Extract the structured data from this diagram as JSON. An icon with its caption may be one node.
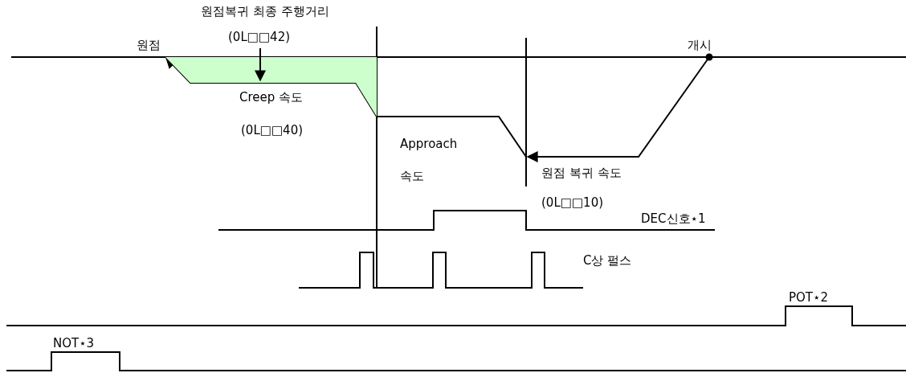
{
  "diagram": {
    "nodes": [
      {
        "text": [
          "원점복귀 최종 주행거리",
          "(0L□□42)"
        ]
      },
      {
        "text": [],
        "shape": "area"
      }
    ],
    "edges": [
      {
        "from": 0,
        "to": 1,
        "arrow": "to"
      }
    ],
    "labels": [
      "원점",
      "개시",
      "Creep 속도",
      "(0L□□40)",
      "Approach 속도",
      "원점 복귀 속도",
      "(0L□□10)",
      "DEC신호⋆1",
      "C상 펄스",
      "POT⋆2",
      "NOT⋆3"
    ]
  }
}
